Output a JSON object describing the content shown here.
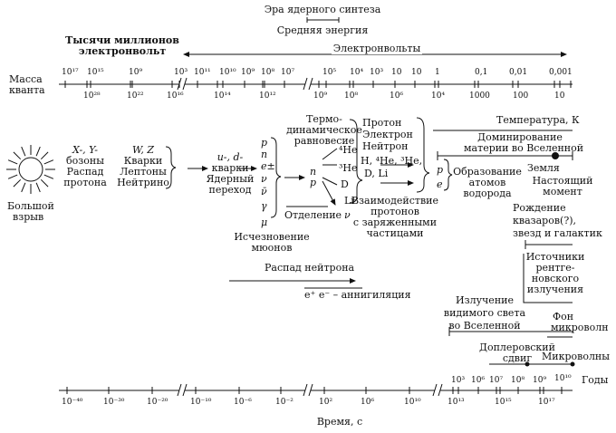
{
  "top": {
    "nucleosynthesis_era": "Эра ядерного синтеза",
    "middle_energy": "Средняя энергия",
    "thousands_mev": [
      "Тысячи миллионов",
      "электронвольт"
    ],
    "electronvolts": "Электронвольты"
  },
  "quantum_mass": {
    "label": [
      "Масса",
      "кванта"
    ],
    "upper_ticks": [
      "10¹⁷",
      "10¹⁵",
      "10⁹",
      "10³",
      "10¹¹",
      "10¹⁰",
      "10⁹",
      "10⁸",
      "10⁷",
      "10⁵",
      "10⁴",
      "10³",
      "10",
      "10",
      "1",
      "0,1",
      "0,01",
      "0,001"
    ],
    "lower_ticks": [
      "10²⁸",
      "10²²",
      "10¹⁶",
      "10¹⁴",
      "10¹²",
      "10⁹",
      "10⁸",
      "10⁶",
      "10⁴",
      "1000",
      "100",
      "10"
    ]
  },
  "temperature_label": "Температура, К",
  "big_bang": [
    "Большой",
    "взрыв"
  ],
  "stage1": [
    "X-, Y-",
    "бозоны",
    "Распад",
    "протона"
  ],
  "stage2": [
    "W, Z",
    "Кварки",
    "Лептоны",
    "Нейтрино"
  ],
  "stage3": [
    "u-, d-",
    "кварки",
    "Ядерный",
    "переход"
  ],
  "particles": [
    "p",
    "n",
    "e±",
    "ν",
    "ν̄",
    "γ",
    "μ"
  ],
  "thermo": [
    "Термо-",
    "динамическое",
    "равновесие"
  ],
  "separation": "Отделение",
  "np": [
    "n",
    "p"
  ],
  "muon_vanish": [
    "Исчезновение",
    "мюонов"
  ],
  "nuclei": [
    "⁴He",
    "³He",
    "D",
    "Li"
  ],
  "nuclei_nu": "ν",
  "proton_group": [
    "Протон",
    "Электрон",
    "Нейтрон",
    "H, ⁴He, ³He,",
    "D, Li"
  ],
  "interaction": [
    "Взаимодействие",
    "протонов",
    "с заряженными",
    "частицами"
  ],
  "pe": [
    "p",
    "e"
  ],
  "atom_formation": [
    "Образование",
    "атомов",
    "водорода"
  ],
  "matter_dominance": [
    "Доминирование",
    "материи во Вселенной"
  ],
  "earth": "Земля",
  "present": [
    "Настоящий",
    "момент"
  ],
  "quasar_birth": [
    "Рождение",
    "квазаров(?),",
    "звезд и галактик"
  ],
  "xray_sources": [
    "Источники",
    "рентге-",
    "новского",
    "излучения"
  ],
  "neutron_decay": "Распад нейтрона",
  "annihilation": "e⁺ e⁻ – аннигиляция",
  "visible_light": [
    "Излучение",
    "видимого света",
    "во Вселенной"
  ],
  "microwave_bg": [
    "Фон",
    "микроволн"
  ],
  "doppler": [
    "Доплеровский",
    "сдвиг"
  ],
  "microwaves": "Микроволны",
  "time_axis": {
    "upper_ticks": [
      "10³",
      "10⁶",
      "10⁷",
      "10⁸",
      "10⁹",
      "10¹⁰"
    ],
    "lower_ticks": [
      "10⁻⁴⁰",
      "10⁻³⁰",
      "10⁻²⁰",
      "10⁻¹⁰",
      "10⁻⁶",
      "10⁻²",
      "10²",
      "10⁶",
      "10¹⁰",
      "10¹³",
      "10¹⁵",
      "10¹⁷"
    ],
    "years_label": "Годы",
    "time_label": "Время, с"
  }
}
